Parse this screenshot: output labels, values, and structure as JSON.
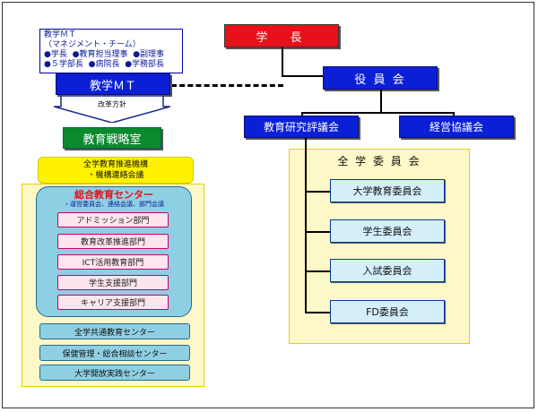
{
  "info": {
    "title": "教学ＭＴ",
    "subtitle": "（マネジメント・チーム）",
    "row1": [
      "●学長",
      "●教育担当理事",
      "●副理事"
    ],
    "row2": [
      "●５学部長",
      "●病院長",
      "●学務部長"
    ]
  },
  "nodes": {
    "president": "学　長",
    "board": "役 員 会",
    "kyogaku_mt": "教学ＭＴ",
    "reform_policy": "改革方針",
    "strategy_office": "教育戦略室",
    "edu_research_council": "教育研究評議会",
    "management_council": "経営協議会",
    "promotion_line1": "全学教育推進機構",
    "promotion_line2": "・機構連絡会議",
    "center_title": "総合教育センター",
    "center_sub": "・運営委員会、連絡会議、部門会議",
    "departments": [
      "アドミッション部門",
      "教育改革推進部門",
      "ICT活用教育部門",
      "学生支援部門",
      "キャリア支援部門"
    ],
    "centers": [
      "全学共通教育センター",
      "保健管理・総合相談センター",
      "大学開放実践センター"
    ],
    "committee_group": "全 学 委 員 会",
    "committees": [
      "大学教育委員会",
      "学生委員会",
      "入試委員会",
      "FD委員会"
    ]
  },
  "colors": {
    "blue": "#0b1fd6",
    "red": "#e8101a",
    "green": "#0a8a2e",
    "yellow": "#fff200",
    "pale_yellow": "#fdf8c8",
    "teal": "#8ecfe3",
    "pink": "#fde4ee"
  }
}
